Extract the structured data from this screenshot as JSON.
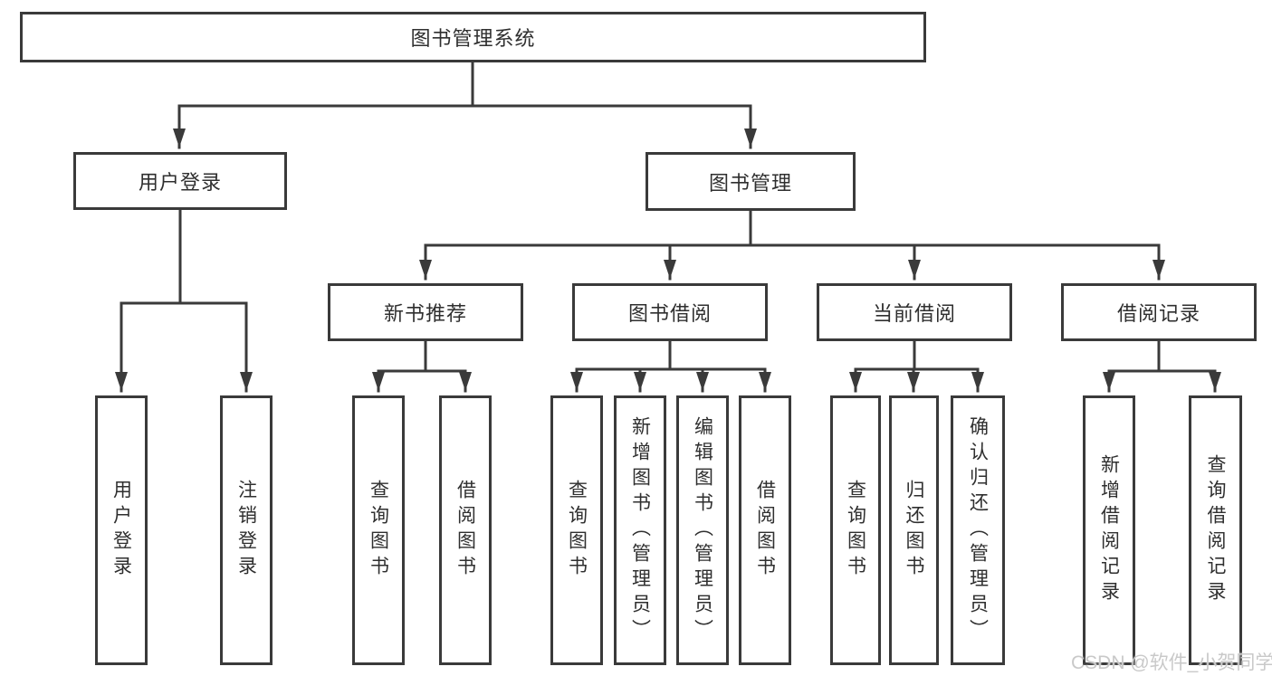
{
  "colors": {
    "line": "#3a3a3a",
    "text": "#2f2f2f",
    "background": "#ffffff",
    "watermark": "#c9c9c9"
  },
  "watermark": {
    "text": "CSDN @软件_小贺同学"
  },
  "tree": {
    "label": "图书管理系统",
    "children": [
      {
        "label": "用户登录",
        "children": [
          {
            "label": "用户登录"
          },
          {
            "label": "注销登录"
          }
        ]
      },
      {
        "label": "图书管理",
        "children": [
          {
            "label": "新书推荐",
            "children": [
              {
                "label": "查询图书"
              },
              {
                "label": "借阅图书"
              }
            ]
          },
          {
            "label": "图书借阅",
            "children": [
              {
                "label": "查询图书"
              },
              {
                "label": "新增图书（管理员）"
              },
              {
                "label": "编辑图书（管理员）"
              },
              {
                "label": "借阅图书"
              }
            ]
          },
          {
            "label": "当前借阅",
            "children": [
              {
                "label": "查询图书"
              },
              {
                "label": "归还图书"
              },
              {
                "label": "确认归还（管理员）"
              }
            ]
          },
          {
            "label": "借阅记录",
            "children": [
              {
                "label": "新增借阅记录"
              },
              {
                "label": "查询借阅记录"
              }
            ]
          }
        ]
      }
    ]
  }
}
